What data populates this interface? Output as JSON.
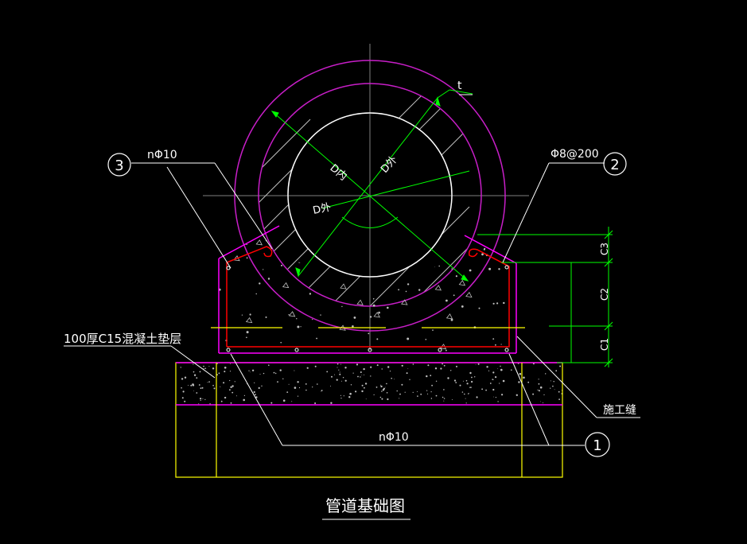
{
  "drawing": {
    "title": "管道基础图",
    "labels": {
      "thickness": "t",
      "outer_diameter": "D外",
      "inner_diameter": "D内",
      "diameter": "D外",
      "rebar_top": "nΦ10",
      "rebar_bottom": "nΦ10",
      "stirrup": "Φ8@200",
      "cushion": "100厚C15混凝土垫层",
      "construction_joint": "施工缝",
      "dim_c1": "C1",
      "dim_c2": "C2",
      "dim_c3": "C3"
    },
    "callouts": {
      "one": "1",
      "two": "2",
      "three": "3"
    },
    "colors": {
      "background": "#000000",
      "pipe_outline": "#c81ec8",
      "concrete_outline": "#ff00ff",
      "rebar": "#ff0000",
      "dimension": "#00ff00",
      "center_line": "#808080",
      "cushion_lines": "#ffff00",
      "leader": "#ffffff"
    }
  }
}
